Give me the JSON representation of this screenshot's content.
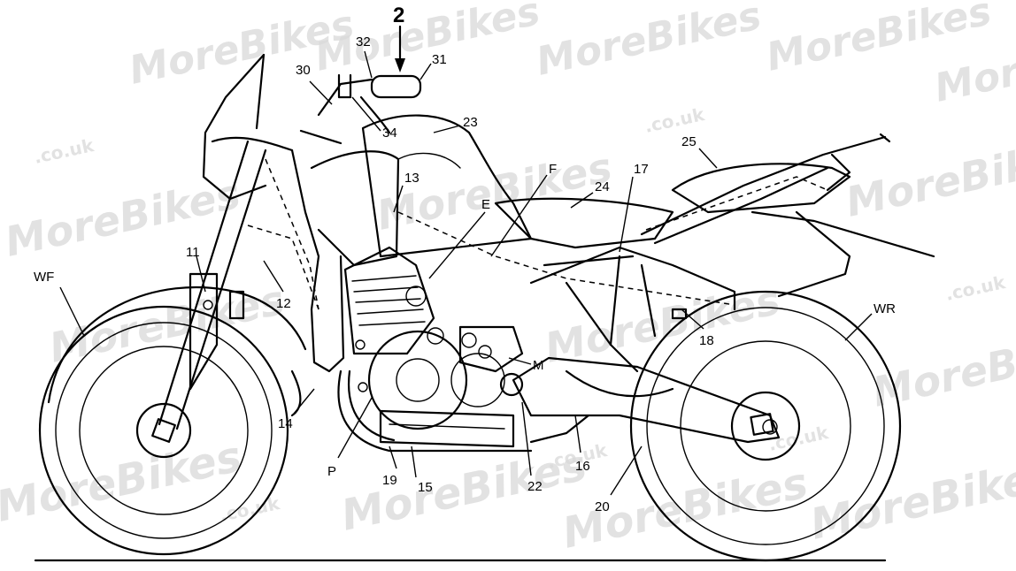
{
  "watermark": {
    "brand": "MoreBikes",
    "suffix": ".co.uk"
  },
  "labels": {
    "arrow_view": "2",
    "n32": "32",
    "n31": "31",
    "n30": "30",
    "n34": "34",
    "n23": "23",
    "n25": "25",
    "n13": "13",
    "n17": "17",
    "F": "F",
    "n24": "24",
    "E": "E",
    "n11": "11",
    "WF": "WF",
    "n12": "12",
    "WR": "WR",
    "n18": "18",
    "M": "M",
    "n14": "14",
    "P": "P",
    "n19": "19",
    "n15": "15",
    "n22": "22",
    "n16": "16",
    "n20": "20"
  }
}
